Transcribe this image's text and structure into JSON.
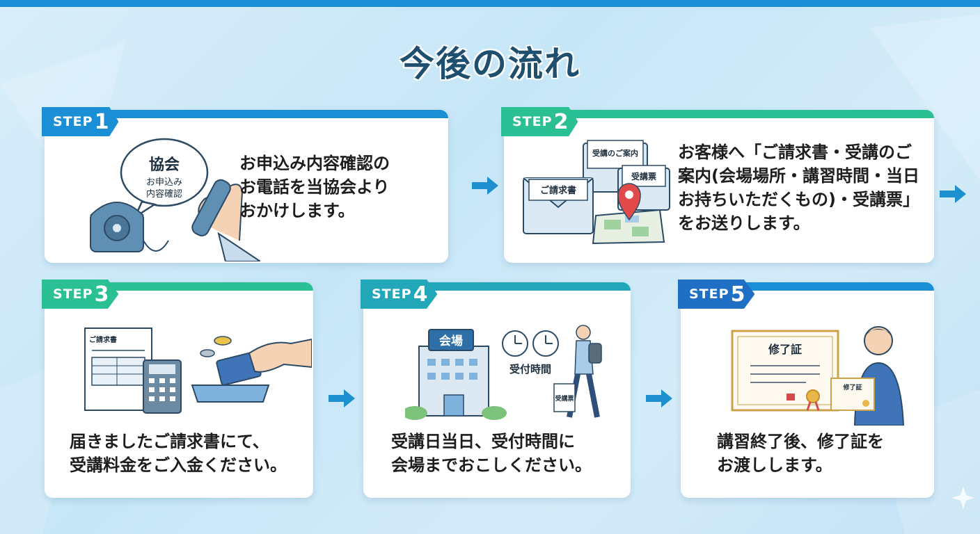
{
  "title": "今後の流れ",
  "colors": {
    "blue": "#1b8fd6",
    "green": "#2bbf94",
    "arrow": "#1e8fcf",
    "title": "#1f4f6e"
  },
  "steps": [
    {
      "label": "STEP",
      "number": "1",
      "text_lines": [
        "お申込み内容確認の",
        "お電話を当協会より",
        "おかけします。"
      ],
      "illustration": {
        "icon": "telephone-icon",
        "bubble_title": "協会",
        "bubble_lines": [
          "お申込み",
          "内容確認"
        ]
      }
    },
    {
      "label": "STEP",
      "number": "2",
      "text_lines": [
        "お客様へ「ご請求書・受講のご",
        "案内(会場場所・講習時間・当日",
        "お持ちいただくもの)・受講票」",
        "をお送りします。"
      ],
      "illustration": {
        "icon": "envelopes-map-icon",
        "labels": [
          "受講のご案内",
          "受講票",
          "ご請求書"
        ]
      }
    },
    {
      "label": "STEP",
      "number": "3",
      "text_lines": [
        "届きましたご請求書にて、",
        "受講料金をご入金ください。"
      ],
      "illustration": {
        "icon": "invoice-payment-icon",
        "doc_title": "ご請求書"
      }
    },
    {
      "label": "STEP",
      "number": "4",
      "text_lines": [
        "受講日当日、受付時間に",
        "会場までおこしください。"
      ],
      "illustration": {
        "icon": "venue-building-icon",
        "sign": "会場",
        "clock_label": "受付時間",
        "ticket": "受講票"
      }
    },
    {
      "label": "STEP",
      "number": "5",
      "text_lines": [
        "講習終了後、修了証を",
        "お渡しします。"
      ],
      "illustration": {
        "icon": "certificate-icon",
        "certificate_big": "修了証",
        "certificate_small": "修了証"
      }
    }
  ]
}
